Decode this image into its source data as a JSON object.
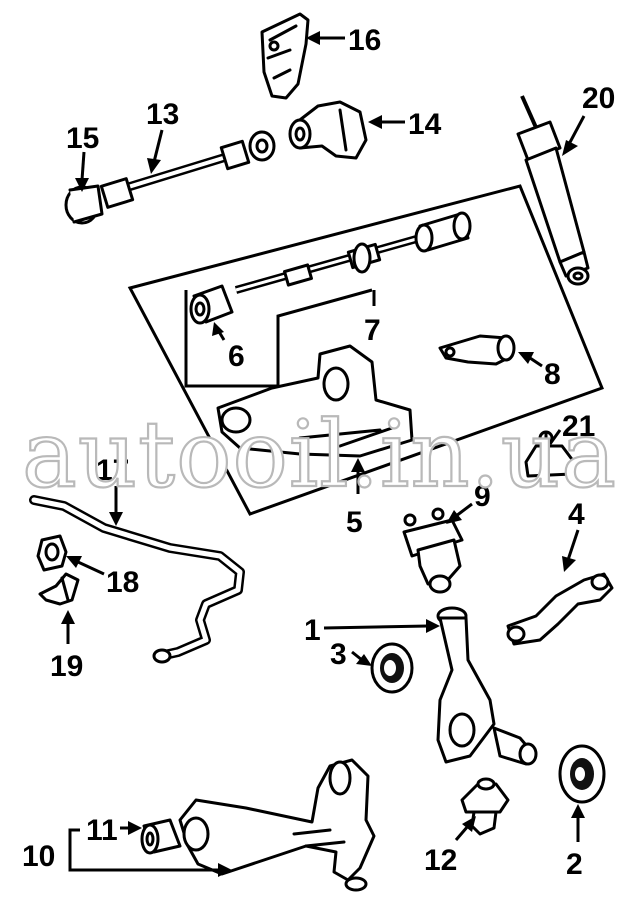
{
  "watermark": "autooil.in.ua",
  "callouts": {
    "c1": "1",
    "c2": "2",
    "c3": "3",
    "c4": "4",
    "c5": "5",
    "c6": "6",
    "c7": "7",
    "c8": "8",
    "c9": "9",
    "c10": "10",
    "c11": "11",
    "c12": "12",
    "c13": "13",
    "c14": "14",
    "c15": "15",
    "c16": "16",
    "c17": "17",
    "c18": "18",
    "c19": "19",
    "c20": "20",
    "c21": "21"
  },
  "colors": {
    "ink": "#000000",
    "paper": "#ffffff",
    "watermark": "#b9b9b9"
  }
}
